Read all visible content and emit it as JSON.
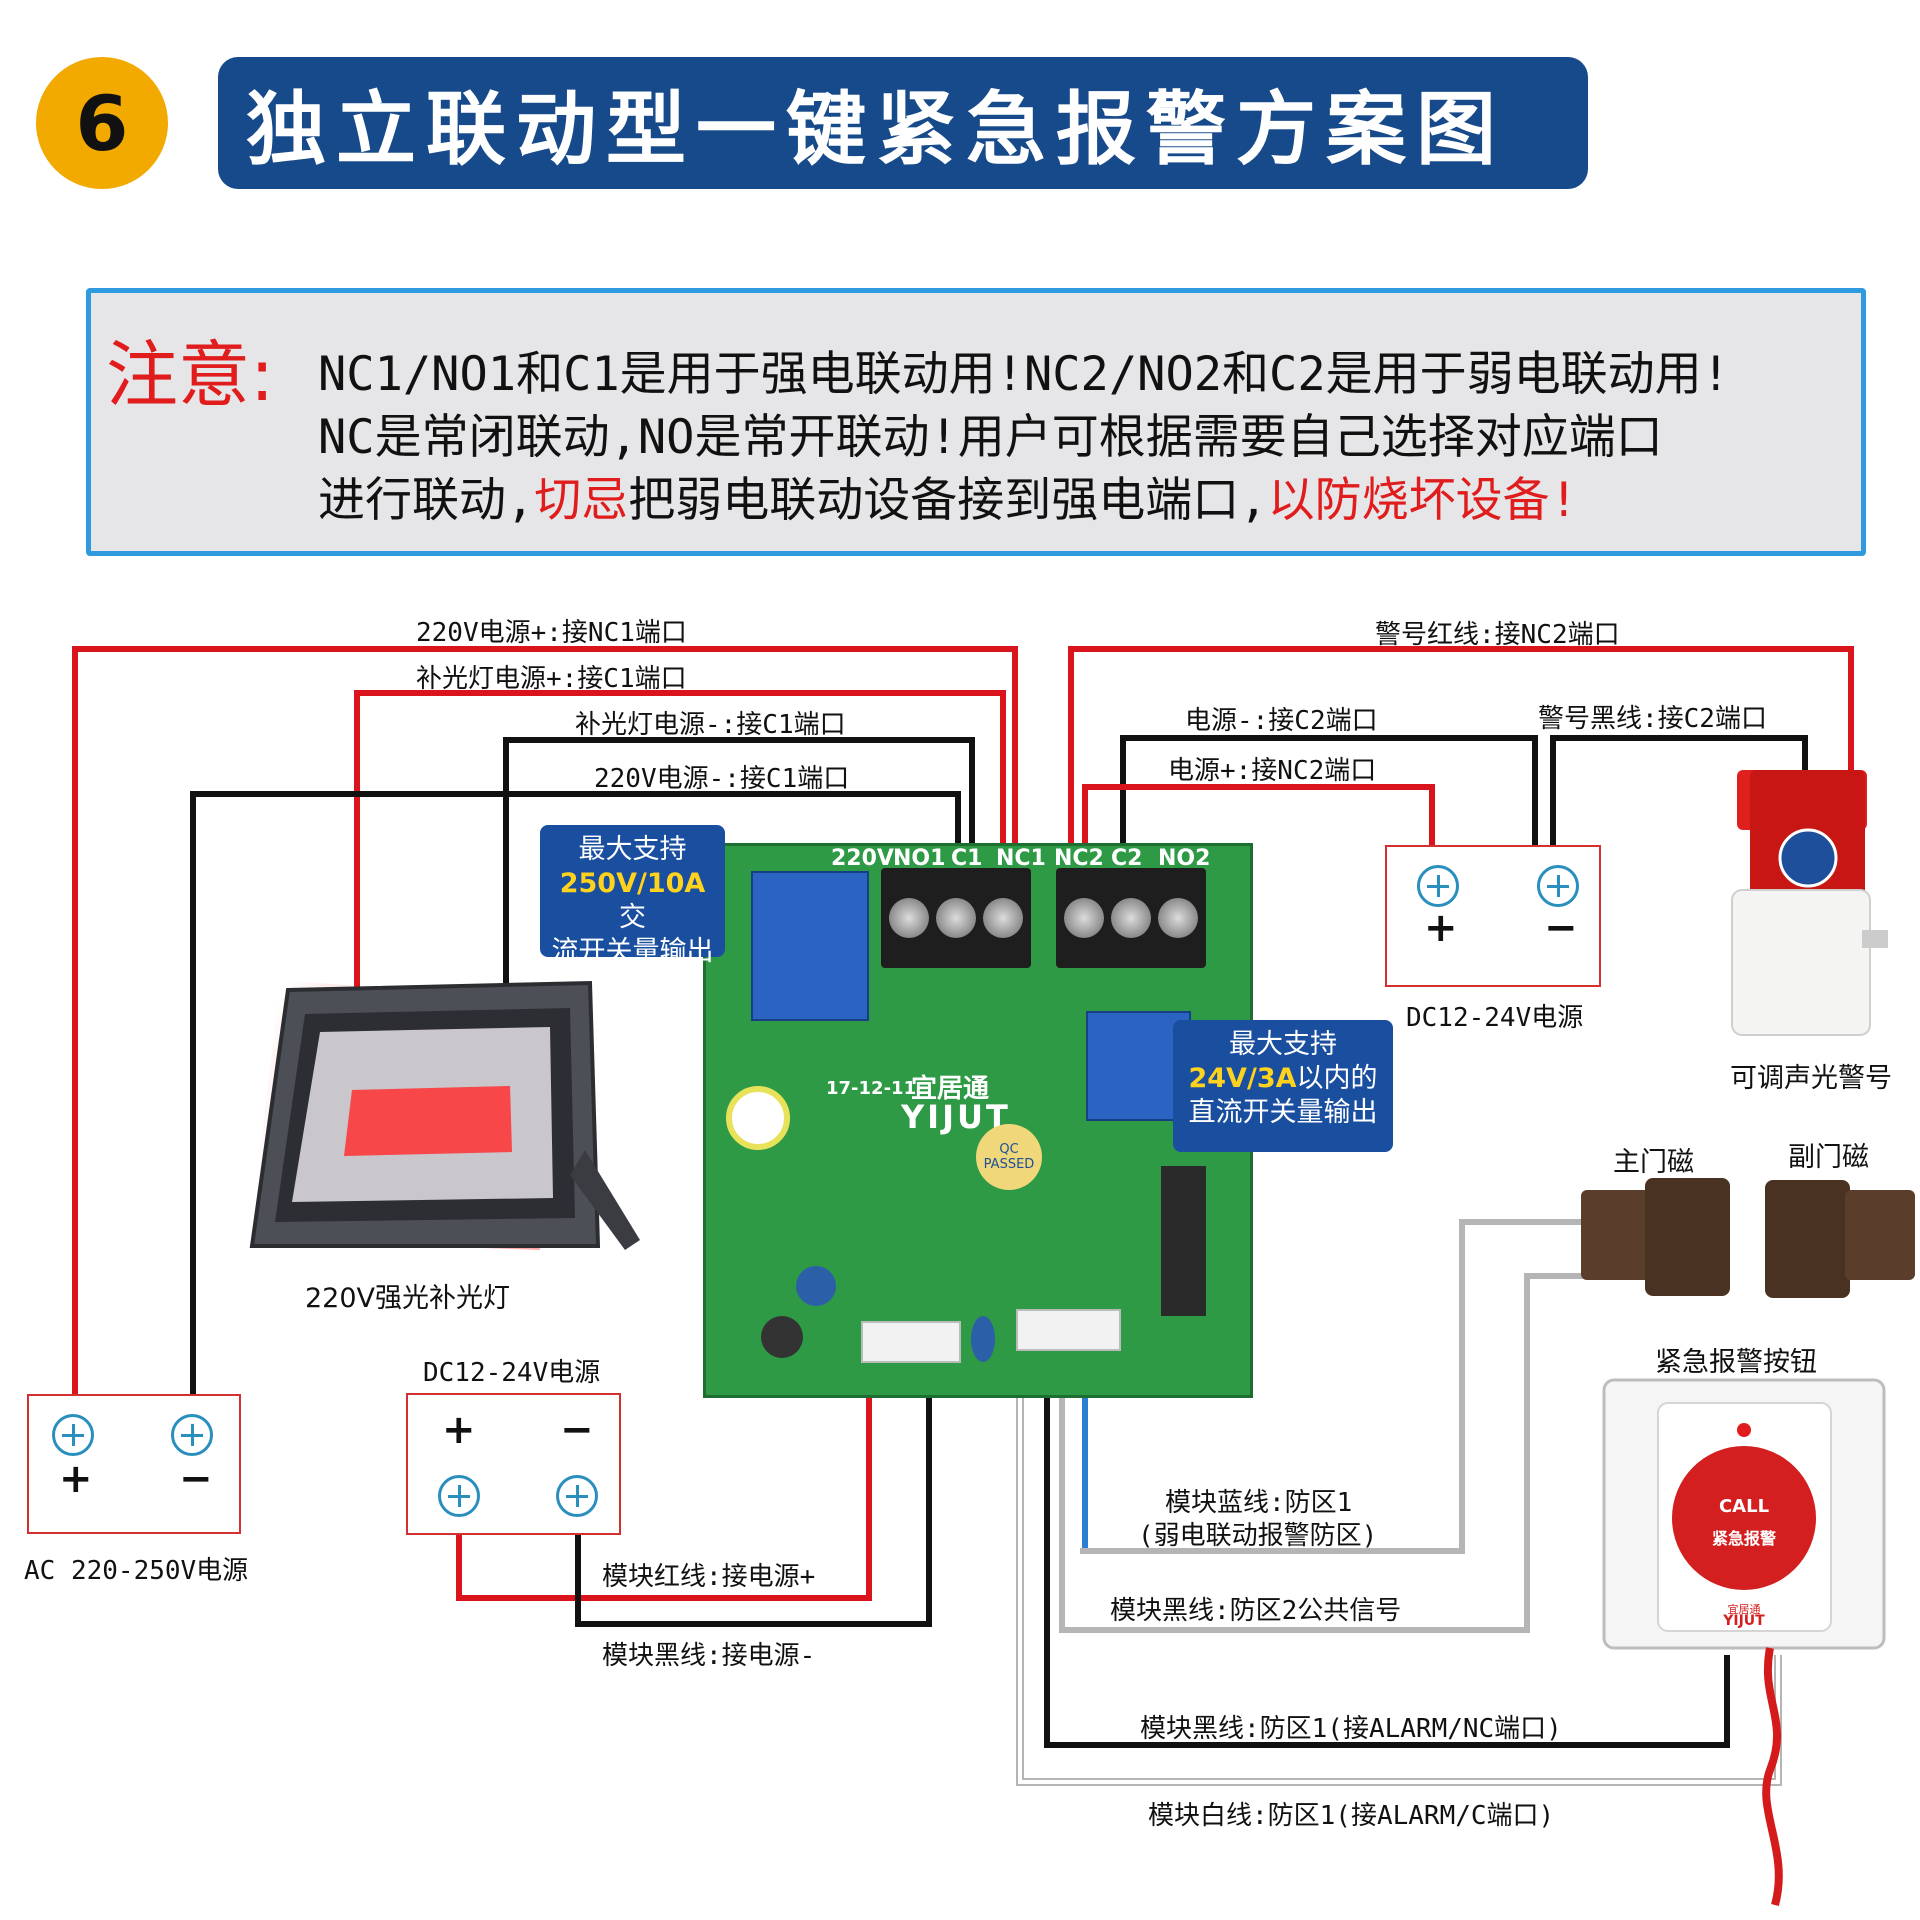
{
  "header": {
    "number": "6",
    "title": "独立联动型一键紧急报警方案图"
  },
  "notice": {
    "label": "注意:",
    "line1": "NC1/NO1和C1是用于强电联动用!NC2/NO2和C2是用于弱电联动用!",
    "line2": "NC是常闭联动,NO是常开联动!用户可根据需要自己选择对应端口",
    "line3_a": "进行联动,",
    "line3_b": "切忌",
    "line3_c": "把弱电联动设备接到强电端口,",
    "line3_d": "以防烧坏设备!"
  },
  "wire_labels": {
    "w1": "220V电源+:接NC1端口",
    "w2": "补光灯电源+:接C1端口",
    "w3": "补光灯电源-:接C1端口",
    "w4": "220V电源-:接C1端口",
    "w5": "警号红线:接NC2端口",
    "w6": "电源-:接C2端口",
    "w7": "警号黑线:接C2端口",
    "w8": "电源+:接NC2端口",
    "w9": "模块红线:接电源+",
    "w10": "模块黑线:接电源-",
    "w11a": "模块蓝线:防区1",
    "w11b": "(弱电联动报警防区)",
    "w12": "模块黑线:防区2公共信号",
    "w13": "模块黑线:防区1(接ALARM/NC端口)",
    "w14": "模块白线:防区1(接ALARM/C端口)"
  },
  "callouts": {
    "ac": {
      "line1": "最大支持",
      "highlight": "250V/10A",
      "line2_rest": "交",
      "line3": "流开关量输出"
    },
    "dc": {
      "line1": "最大支持",
      "highlight": "24V/3A",
      "line2_rest": "以内的",
      "line3": "直流开关量输出"
    }
  },
  "devices": {
    "floodlight": "220V强光补光灯",
    "ac_power": "AC 220-250V电源",
    "dc_power_left": "DC12-24V电源",
    "dc_power_right": "DC12-24V电源",
    "siren": "可调声光警号",
    "main_door": "主门磁",
    "sub_door": "副门磁",
    "panic_button": "紧急报警按钮"
  },
  "pcb": {
    "terminals": [
      "220V:",
      "NO1",
      "C1",
      "NC1",
      "NC2",
      "C2",
      "NO2"
    ],
    "brand_cn": "宜居通",
    "brand_en": "YIJUT",
    "date": "17-12-11",
    "qc": "QC PASSED"
  },
  "button": {
    "call": "CALL",
    "text": "紧急报警",
    "brand_cn": "宜居通",
    "brand_en": "YIJUT"
  },
  "signs": {
    "plus": "+",
    "minus": "−"
  },
  "colors": {
    "badge": "#f2a900",
    "title_bg": "#164a8a",
    "red_wire": "#d9141c",
    "black_wire": "#111111",
    "blue_wire": "#2a7fd4",
    "gray_wire": "#b5b5b5",
    "pcb": "#2f9a45",
    "callout": "#1a4fa0"
  }
}
